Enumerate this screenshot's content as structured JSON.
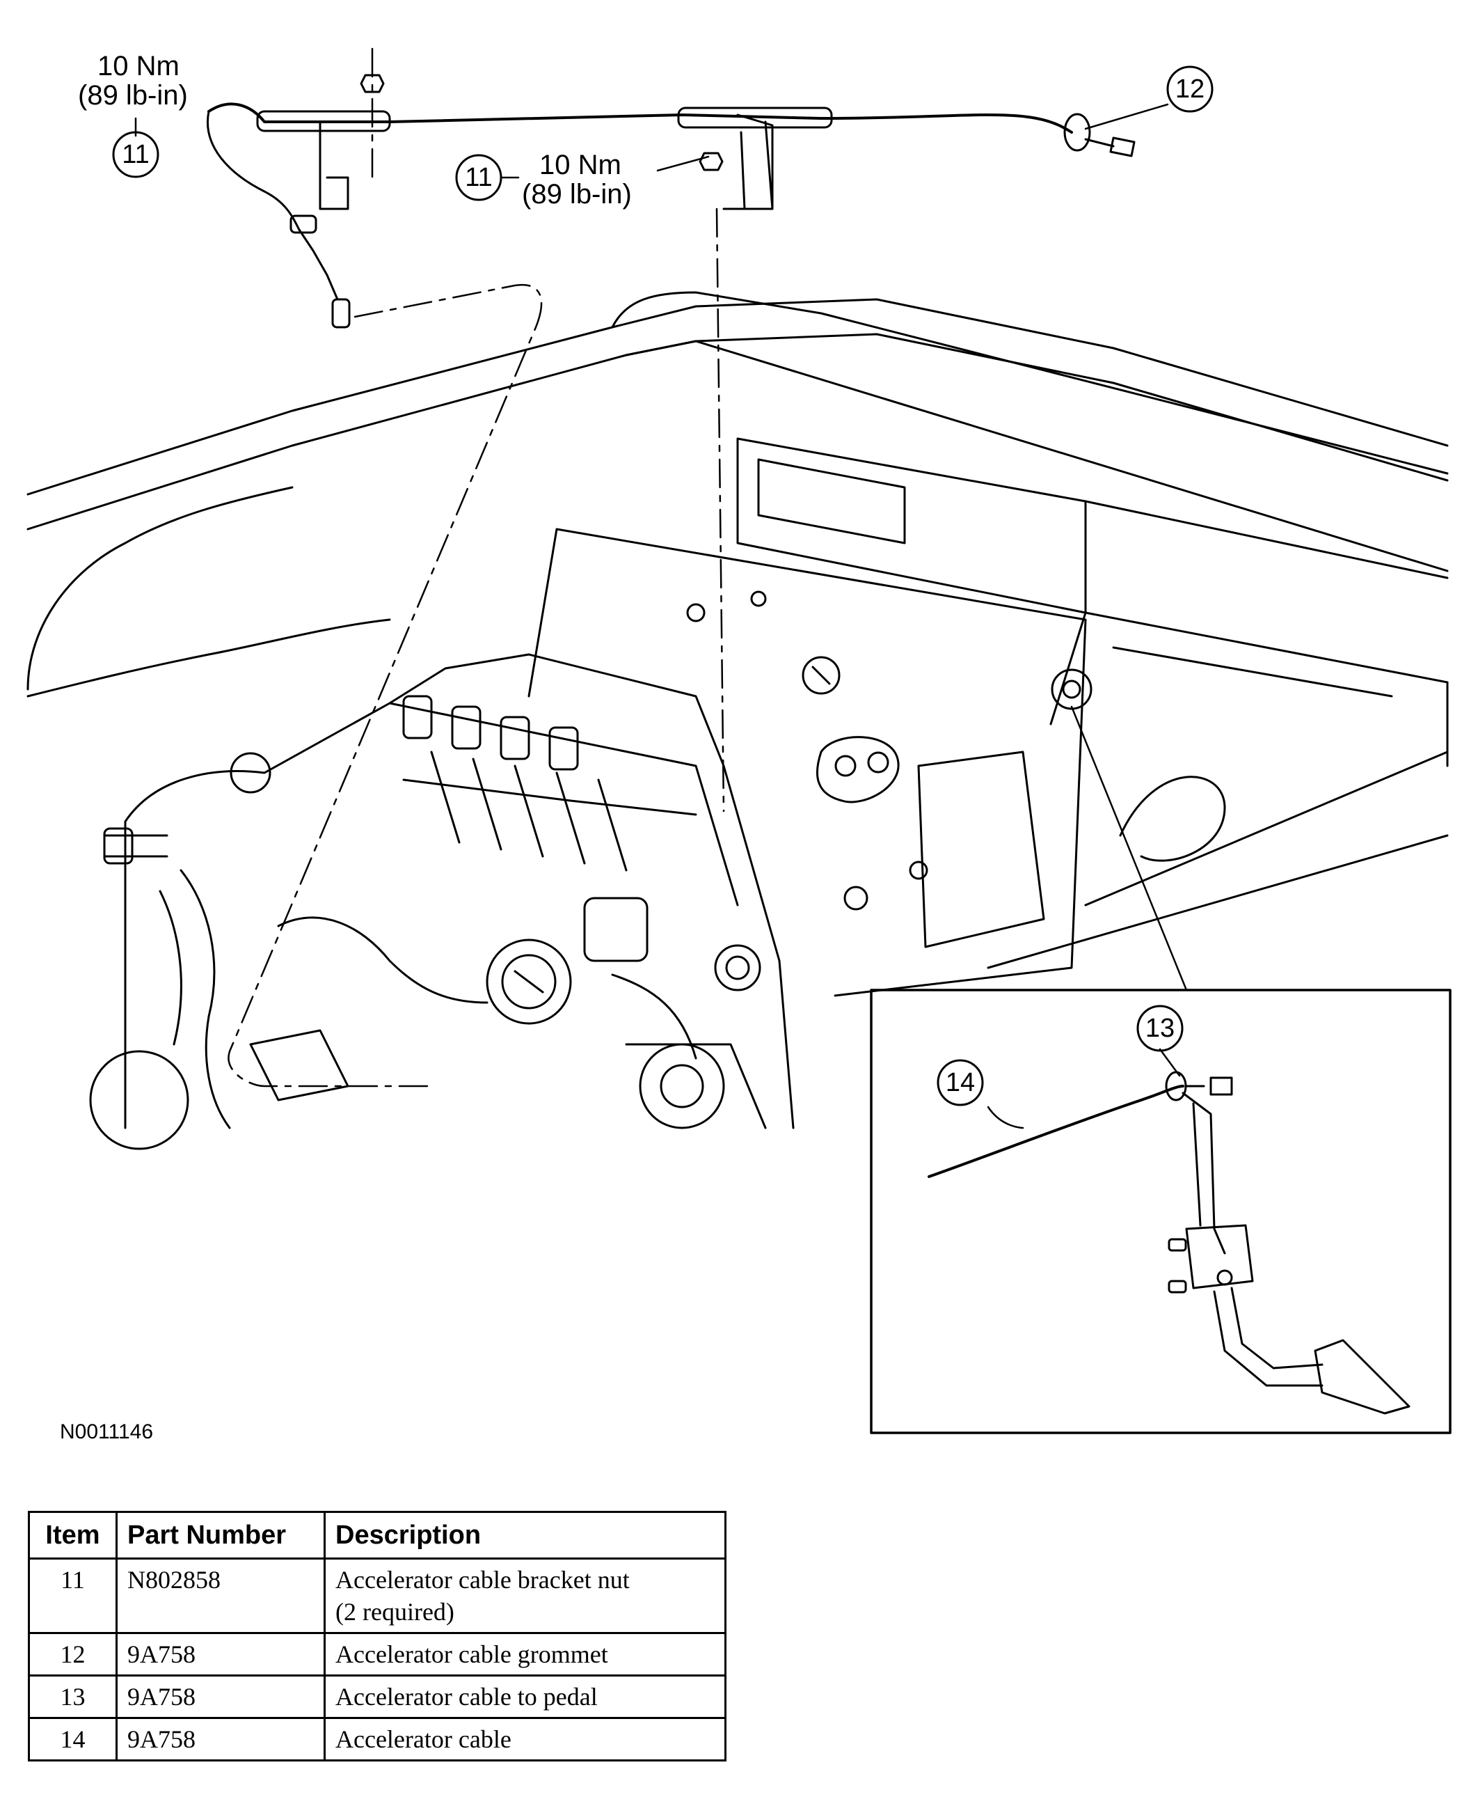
{
  "diagram": {
    "callouts": [
      {
        "id": "callout-11-left",
        "number": "11",
        "torque_nm": "10 Nm",
        "torque_lbin": "(89 lb-in)"
      },
      {
        "id": "callout-11-mid",
        "number": "11",
        "torque_nm": "10 Nm",
        "torque_lbin": "(89 lb-in)"
      },
      {
        "id": "callout-12",
        "number": "12"
      },
      {
        "id": "callout-13",
        "number": "13"
      },
      {
        "id": "callout-14",
        "number": "14"
      }
    ],
    "figure_id": "N0011146"
  },
  "parts_table": {
    "headers": [
      "Item",
      "Part Number",
      "Description"
    ],
    "rows": [
      {
        "item": "11",
        "part_number": "N802858",
        "description_line1": "Accelerator cable bracket nut",
        "description_line2": "(2 required)"
      },
      {
        "item": "12",
        "part_number": "9A758",
        "description_line1": "Accelerator cable grommet",
        "description_line2": ""
      },
      {
        "item": "13",
        "part_number": "9A758",
        "description_line1": "Accelerator cable to pedal",
        "description_line2": ""
      },
      {
        "item": "14",
        "part_number": "9A758",
        "description_line1": "Accelerator cable",
        "description_line2": ""
      }
    ]
  }
}
